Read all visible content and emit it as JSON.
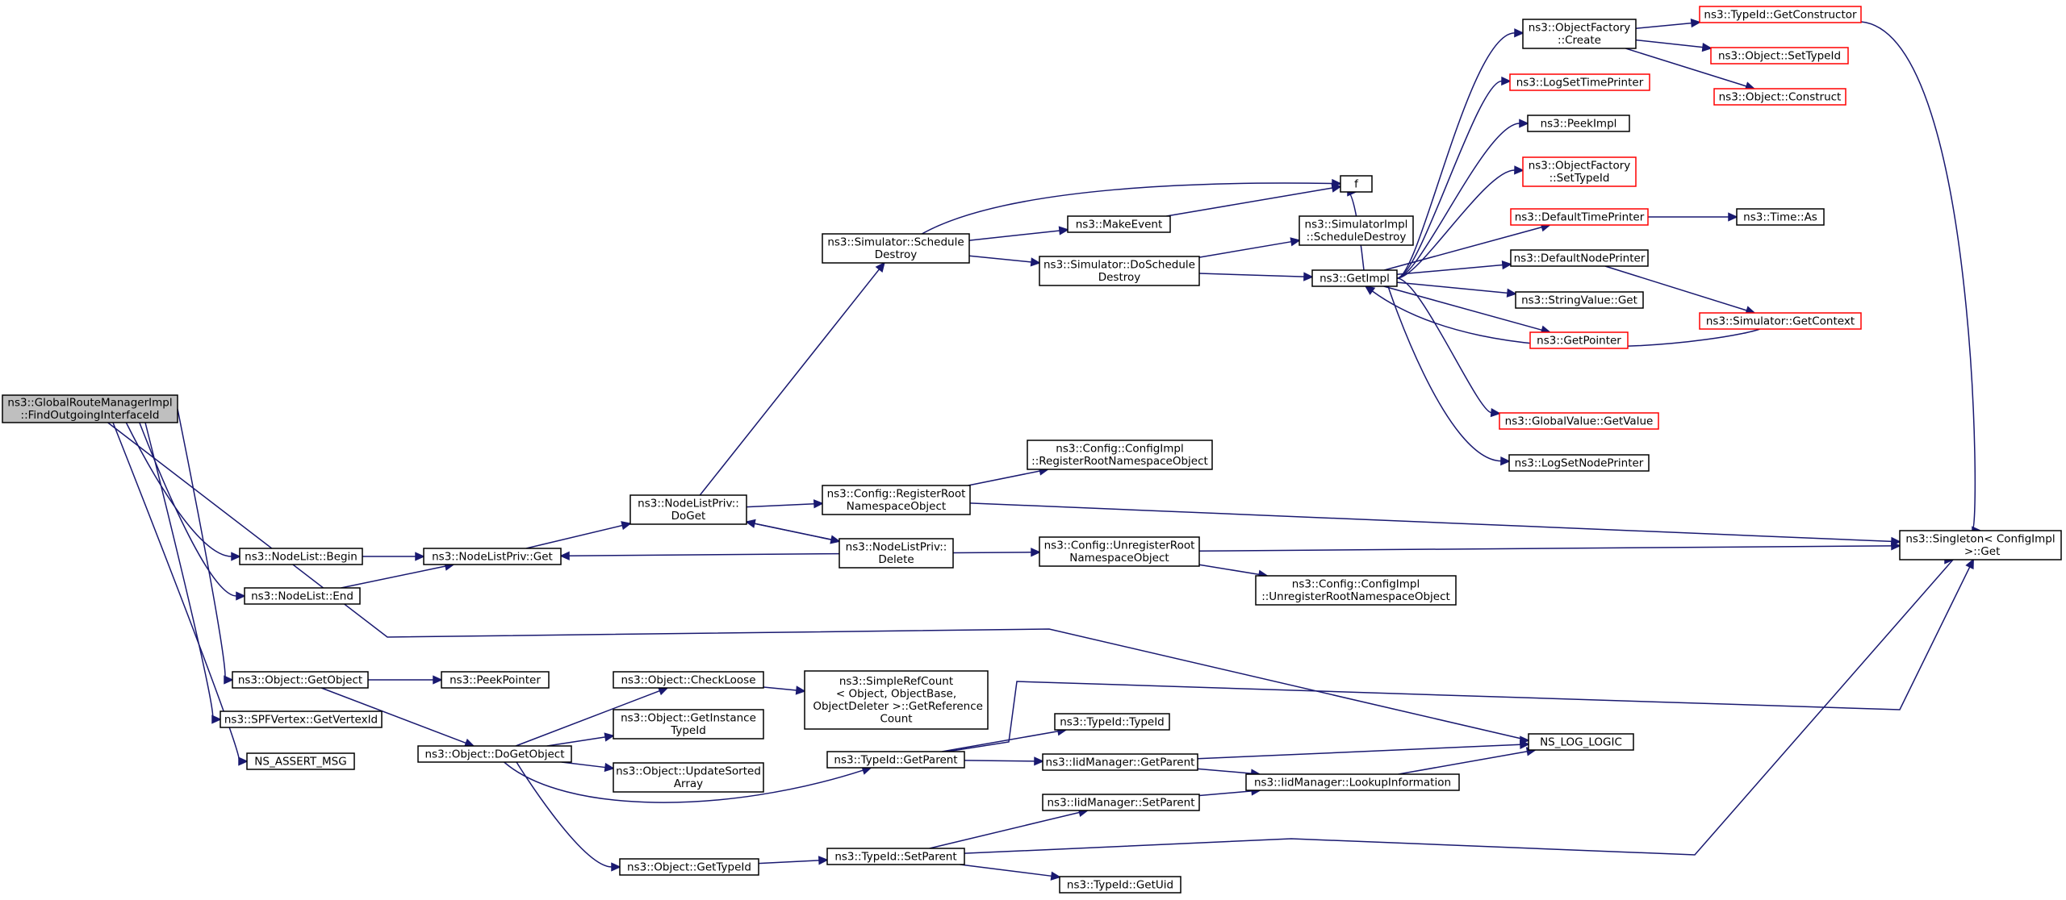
{
  "diagram": {
    "kind": "call-graph",
    "colors": {
      "edge": "#191970",
      "external_border": "#ff0000",
      "node_border": "#000000",
      "root_fill": "#bfbfbf"
    },
    "nodes": [
      {
        "id": "root",
        "lines": [
          "ns3::GlobalRouteManagerImpl",
          "::FindOutgoingInterfaceId"
        ],
        "style": "root"
      },
      {
        "id": "nodelist_begin",
        "lines": [
          "ns3::NodeList::Begin"
        ],
        "style": "normal"
      },
      {
        "id": "nodelist_end",
        "lines": [
          "ns3::NodeList::End"
        ],
        "style": "normal"
      },
      {
        "id": "object_getobject",
        "lines": [
          "ns3::Object::GetObject"
        ],
        "style": "normal"
      },
      {
        "id": "spf_getvertexid",
        "lines": [
          "ns3::SPFVertex::GetVertexId"
        ],
        "style": "normal"
      },
      {
        "id": "ns_assert_msg",
        "lines": [
          "NS_ASSERT_MSG"
        ],
        "style": "normal"
      },
      {
        "id": "nodelistpriv_get",
        "lines": [
          "ns3::NodeListPriv::Get"
        ],
        "style": "normal"
      },
      {
        "id": "nodelistpriv_doget",
        "lines": [
          "ns3::NodeListPriv::",
          "DoGet"
        ],
        "style": "normal"
      },
      {
        "id": "sim_schedule_destroy",
        "lines": [
          "ns3::Simulator::Schedule",
          "Destroy"
        ],
        "style": "normal"
      },
      {
        "id": "config_register",
        "lines": [
          "ns3::Config::RegisterRoot",
          "NamespaceObject"
        ],
        "style": "normal"
      },
      {
        "id": "nodelistpriv_delete",
        "lines": [
          "ns3::NodeListPriv::",
          "Delete"
        ],
        "style": "normal"
      },
      {
        "id": "f",
        "lines": [
          "f"
        ],
        "style": "normal"
      },
      {
        "id": "makeevent",
        "lines": [
          "ns3::MakeEvent"
        ],
        "style": "normal"
      },
      {
        "id": "sim_doschedule_destroy",
        "lines": [
          "ns3::Simulator::DoSchedule",
          "Destroy"
        ],
        "style": "normal"
      },
      {
        "id": "simimpl_schedule_destroy",
        "lines": [
          "ns3::SimulatorImpl",
          "::ScheduleDestroy"
        ],
        "style": "normal"
      },
      {
        "id": "getimpl",
        "lines": [
          "ns3::GetImpl"
        ],
        "style": "normal"
      },
      {
        "id": "objectfactory_create",
        "lines": [
          "ns3::ObjectFactory",
          "::Create"
        ],
        "style": "normal"
      },
      {
        "id": "typeid_getconstructor",
        "lines": [
          "ns3::TypeId::GetConstructor"
        ],
        "style": "red"
      },
      {
        "id": "object_settypeid",
        "lines": [
          "ns3::Object::SetTypeId"
        ],
        "style": "red"
      },
      {
        "id": "object_construct",
        "lines": [
          "ns3::Object::Construct"
        ],
        "style": "red"
      },
      {
        "id": "logsettimeprinter",
        "lines": [
          "ns3::LogSetTimePrinter"
        ],
        "style": "red"
      },
      {
        "id": "peekimpl",
        "lines": [
          "ns3::PeekImpl"
        ],
        "style": "normal"
      },
      {
        "id": "objectfactory_settypeid",
        "lines": [
          "ns3::ObjectFactory",
          "::SetTypeId"
        ],
        "style": "red"
      },
      {
        "id": "defaulttimeprinter",
        "lines": [
          "ns3::DefaultTimePrinter"
        ],
        "style": "red"
      },
      {
        "id": "time_as",
        "lines": [
          "ns3::Time::As"
        ],
        "style": "normal"
      },
      {
        "id": "defaultnodeprinter",
        "lines": [
          "ns3::DefaultNodePrinter"
        ],
        "style": "normal"
      },
      {
        "id": "stringvalue_get",
        "lines": [
          "ns3::StringValue::Get"
        ],
        "style": "normal"
      },
      {
        "id": "simulator_getcontext",
        "lines": [
          "ns3::Simulator::GetContext"
        ],
        "style": "red"
      },
      {
        "id": "getpointer",
        "lines": [
          "ns3::GetPointer"
        ],
        "style": "red"
      },
      {
        "id": "globalvalue_getvalue",
        "lines": [
          "ns3::GlobalValue::GetValue"
        ],
        "style": "red"
      },
      {
        "id": "logsetnodeprinter",
        "lines": [
          "ns3::LogSetNodePrinter"
        ],
        "style": "normal"
      },
      {
        "id": "configimpl_register",
        "lines": [
          "ns3::Config::ConfigImpl",
          "::RegisterRootNamespaceObject"
        ],
        "style": "normal"
      },
      {
        "id": "config_unregister",
        "lines": [
          "ns3::Config::UnregisterRoot",
          "NamespaceObject"
        ],
        "style": "normal"
      },
      {
        "id": "configimpl_unregister",
        "lines": [
          "ns3::Config::ConfigImpl",
          "::UnregisterRootNamespaceObject"
        ],
        "style": "normal"
      },
      {
        "id": "singleton_get",
        "lines": [
          "ns3::Singleton< ConfigImpl",
          " >::Get"
        ],
        "style": "normal"
      },
      {
        "id": "peekpointer",
        "lines": [
          "ns3::PeekPointer"
        ],
        "style": "normal"
      },
      {
        "id": "object_dogetobject",
        "lines": [
          "ns3::Object::DoGetObject"
        ],
        "style": "normal"
      },
      {
        "id": "object_checkloose",
        "lines": [
          "ns3::Object::CheckLoose"
        ],
        "style": "normal"
      },
      {
        "id": "simplerefcount",
        "lines": [
          "ns3::SimpleRefCount",
          "< Object, ObjectBase,",
          " ObjectDeleter >::GetReference",
          "Count"
        ],
        "style": "normal"
      },
      {
        "id": "object_getinstancetypeid",
        "lines": [
          "ns3::Object::GetInstance",
          "TypeId"
        ],
        "style": "normal"
      },
      {
        "id": "object_updatesortedarray",
        "lines": [
          "ns3::Object::UpdateSorted",
          "Array"
        ],
        "style": "normal"
      },
      {
        "id": "object_gettypeid",
        "lines": [
          "ns3::Object::GetTypeId"
        ],
        "style": "normal"
      },
      {
        "id": "typeid_getparent",
        "lines": [
          "ns3::TypeId::GetParent"
        ],
        "style": "normal"
      },
      {
        "id": "typeid_typeid",
        "lines": [
          "ns3::TypeId::TypeId"
        ],
        "style": "normal"
      },
      {
        "id": "iidmanager_getparent",
        "lines": [
          "ns3::IidManager::GetParent"
        ],
        "style": "normal"
      },
      {
        "id": "ns_log_logic",
        "lines": [
          "NS_LOG_LOGIC"
        ],
        "style": "normal"
      },
      {
        "id": "iidmanager_lookupinformation",
        "lines": [
          "ns3::IidManager::LookupInformation"
        ],
        "style": "normal"
      },
      {
        "id": "typeid_setparent",
        "lines": [
          "ns3::TypeId::SetParent"
        ],
        "style": "normal"
      },
      {
        "id": "iidmanager_setparent",
        "lines": [
          "ns3::IidManager::SetParent"
        ],
        "style": "normal"
      },
      {
        "id": "typeid_getuid",
        "lines": [
          "ns3::TypeId::GetUid"
        ],
        "style": "normal"
      }
    ],
    "edges": [
      [
        "root",
        "nodelist_begin"
      ],
      [
        "root",
        "nodelist_end"
      ],
      [
        "root",
        "ns_log_logic"
      ],
      [
        "root",
        "object_getobject"
      ],
      [
        "root",
        "spf_getvertexid"
      ],
      [
        "root",
        "ns_assert_msg"
      ],
      [
        "nodelist_begin",
        "nodelistpriv_get"
      ],
      [
        "nodelist_end",
        "nodelistpriv_get"
      ],
      [
        "nodelistpriv_get",
        "nodelistpriv_doget"
      ],
      [
        "nodelistpriv_doget",
        "sim_schedule_destroy"
      ],
      [
        "nodelistpriv_doget",
        "config_register"
      ],
      [
        "nodelistpriv_doget",
        "nodelistpriv_delete"
      ],
      [
        "nodelistpriv_delete",
        "nodelistpriv_doget"
      ],
      [
        "nodelistpriv_delete",
        "nodelistpriv_get"
      ],
      [
        "nodelistpriv_delete",
        "config_unregister"
      ],
      [
        "sim_schedule_destroy",
        "f"
      ],
      [
        "sim_schedule_destroy",
        "makeevent"
      ],
      [
        "sim_schedule_destroy",
        "sim_doschedule_destroy"
      ],
      [
        "makeevent",
        "f"
      ],
      [
        "sim_doschedule_destroy",
        "simimpl_schedule_destroy"
      ],
      [
        "sim_doschedule_destroy",
        "getimpl"
      ],
      [
        "getimpl",
        "f"
      ],
      [
        "getimpl",
        "objectfactory_create"
      ],
      [
        "getimpl",
        "logsettimeprinter"
      ],
      [
        "getimpl",
        "peekimpl"
      ],
      [
        "getimpl",
        "objectfactory_settypeid"
      ],
      [
        "getimpl",
        "defaulttimeprinter"
      ],
      [
        "getimpl",
        "defaultnodeprinter"
      ],
      [
        "getimpl",
        "stringvalue_get"
      ],
      [
        "getimpl",
        "getpointer"
      ],
      [
        "getimpl",
        "globalvalue_getvalue"
      ],
      [
        "getimpl",
        "logsetnodeprinter"
      ],
      [
        "objectfactory_create",
        "typeid_getconstructor"
      ],
      [
        "objectfactory_create",
        "object_settypeid"
      ],
      [
        "objectfactory_create",
        "object_construct"
      ],
      [
        "defaulttimeprinter",
        "time_as"
      ],
      [
        "defaultnodeprinter",
        "simulator_getcontext"
      ],
      [
        "simulator_getcontext",
        "getimpl"
      ],
      [
        "typeid_getconstructor",
        "singleton_get"
      ],
      [
        "config_register",
        "configimpl_register"
      ],
      [
        "config_register",
        "singleton_get"
      ],
      [
        "config_unregister",
        "singleton_get"
      ],
      [
        "config_unregister",
        "configimpl_unregister"
      ],
      [
        "object_getobject",
        "peekpointer"
      ],
      [
        "object_getobject",
        "object_dogetobject"
      ],
      [
        "object_dogetobject",
        "object_checkloose"
      ],
      [
        "object_dogetobject",
        "object_getinstancetypeid"
      ],
      [
        "object_dogetobject",
        "object_updatesortedarray"
      ],
      [
        "object_dogetobject",
        "typeid_getparent"
      ],
      [
        "object_dogetobject",
        "object_gettypeid"
      ],
      [
        "object_checkloose",
        "simplerefcount"
      ],
      [
        "object_gettypeid",
        "typeid_setparent"
      ],
      [
        "typeid_getparent",
        "singleton_get"
      ],
      [
        "typeid_getparent",
        "typeid_typeid"
      ],
      [
        "typeid_getparent",
        "iidmanager_getparent"
      ],
      [
        "iidmanager_getparent",
        "ns_log_logic"
      ],
      [
        "iidmanager_getparent",
        "iidmanager_lookupinformation"
      ],
      [
        "iidmanager_lookupinformation",
        "ns_log_logic"
      ],
      [
        "typeid_setparent",
        "iidmanager_setparent"
      ],
      [
        "typeid_setparent",
        "singleton_get"
      ],
      [
        "typeid_setparent",
        "typeid_getuid"
      ],
      [
        "iidmanager_setparent",
        "iidmanager_lookupinformation"
      ]
    ]
  }
}
